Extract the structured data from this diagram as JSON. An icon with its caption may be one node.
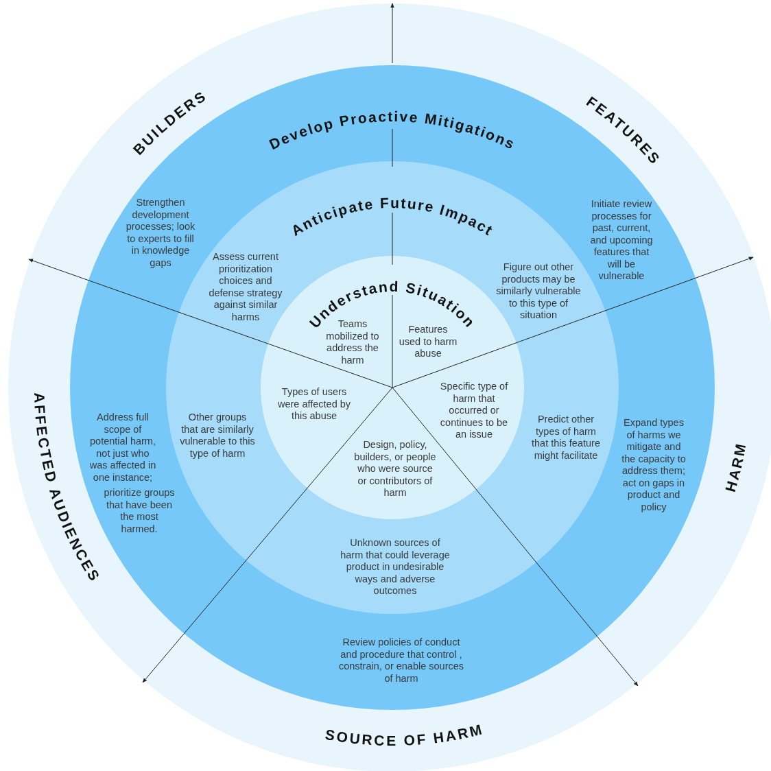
{
  "diagram": {
    "labels": [
      "BUILDERS",
      "Develop Proactive Mitigations",
      "FEATURES",
      "Anticipate Future Impact",
      "Strengthen development processes; look to experts to fill in knowledge gaps",
      "Initiate review processes for past, current, and upcoming features that will be vulnerable",
      "Assess current prioritization choices and defense strategy against similar harms",
      "Understand Situation",
      "Figure out other products may be similarly vulnerable to this type of situation",
      "Teams mobilized to address the harm",
      "Features used to harm abuse",
      "Types of users were affected by this abuse",
      "Specific type of harm that occurred or continues to be an issue",
      "Address full scope of potential harm, not just who was affected in one instance;",
      "Other groups that are similarly vulnerable to this type of harm",
      "Design, policy, builders, or people who were source or contributors of harm",
      "Predict other types of harm that this feature might facilitate",
      "Expand types of harms we mitigate and the capacity to address them; act on gaps in product and policy",
      "HARM",
      "AFFECTED AUDIENCES",
      "prioritize groups that have been the most harmed.",
      "Unknown sources of harm that could leverage product in undesirable ways and adverse outcomes",
      "Review policies of conduct and procedure that control , constrain, or enable sources of harm",
      "SOURCE OF HARM"
    ]
  }
}
